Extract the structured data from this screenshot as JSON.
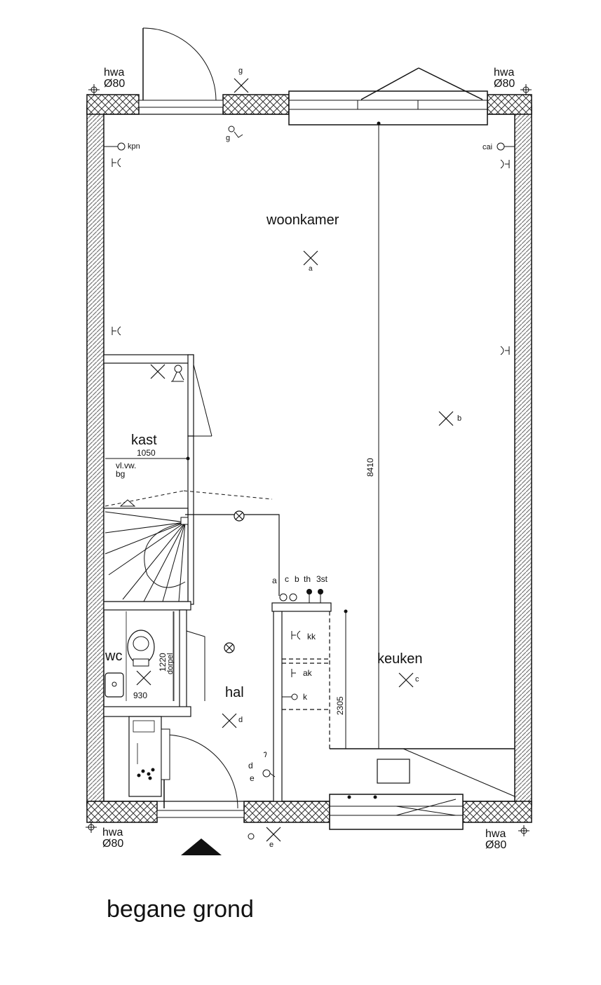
{
  "caption": "begane grond",
  "rooms": {
    "woonkamer": "woonkamer",
    "kast": "kast",
    "wc": "wc",
    "keuken": "keuken",
    "hal": "hal"
  },
  "corners": {
    "tl": [
      "hwa",
      "Ø80"
    ],
    "tr": [
      "hwa",
      "Ø80"
    ],
    "bl": [
      "hwa",
      "Ø80"
    ],
    "br": [
      "hwa",
      "Ø80"
    ]
  },
  "dimensions": {
    "kast_width": "1050",
    "living_depth": "8410",
    "wc_depth": "1220",
    "wc_width": "930",
    "kitchen_depth": "2305"
  },
  "labels": {
    "kpn": "kpn",
    "cai": "cai",
    "g_top": "g",
    "g_side": "g",
    "a": "a",
    "b": "b",
    "c": "c",
    "d": "d",
    "e": "e",
    "vlvw": "vl.vw.",
    "bg": "bg",
    "dorpel": "dorpel",
    "kk": "kk",
    "ak": "ak",
    "k": "k",
    "sw_a": "a",
    "sw_c": "c",
    "sw_b": "b",
    "sw_th": "th",
    "sw_3st": "3st",
    "hal_d": "d",
    "hal_e": "e",
    "out_e": "e"
  },
  "colors": {
    "line": "#111111",
    "hatch": "#888888"
  }
}
